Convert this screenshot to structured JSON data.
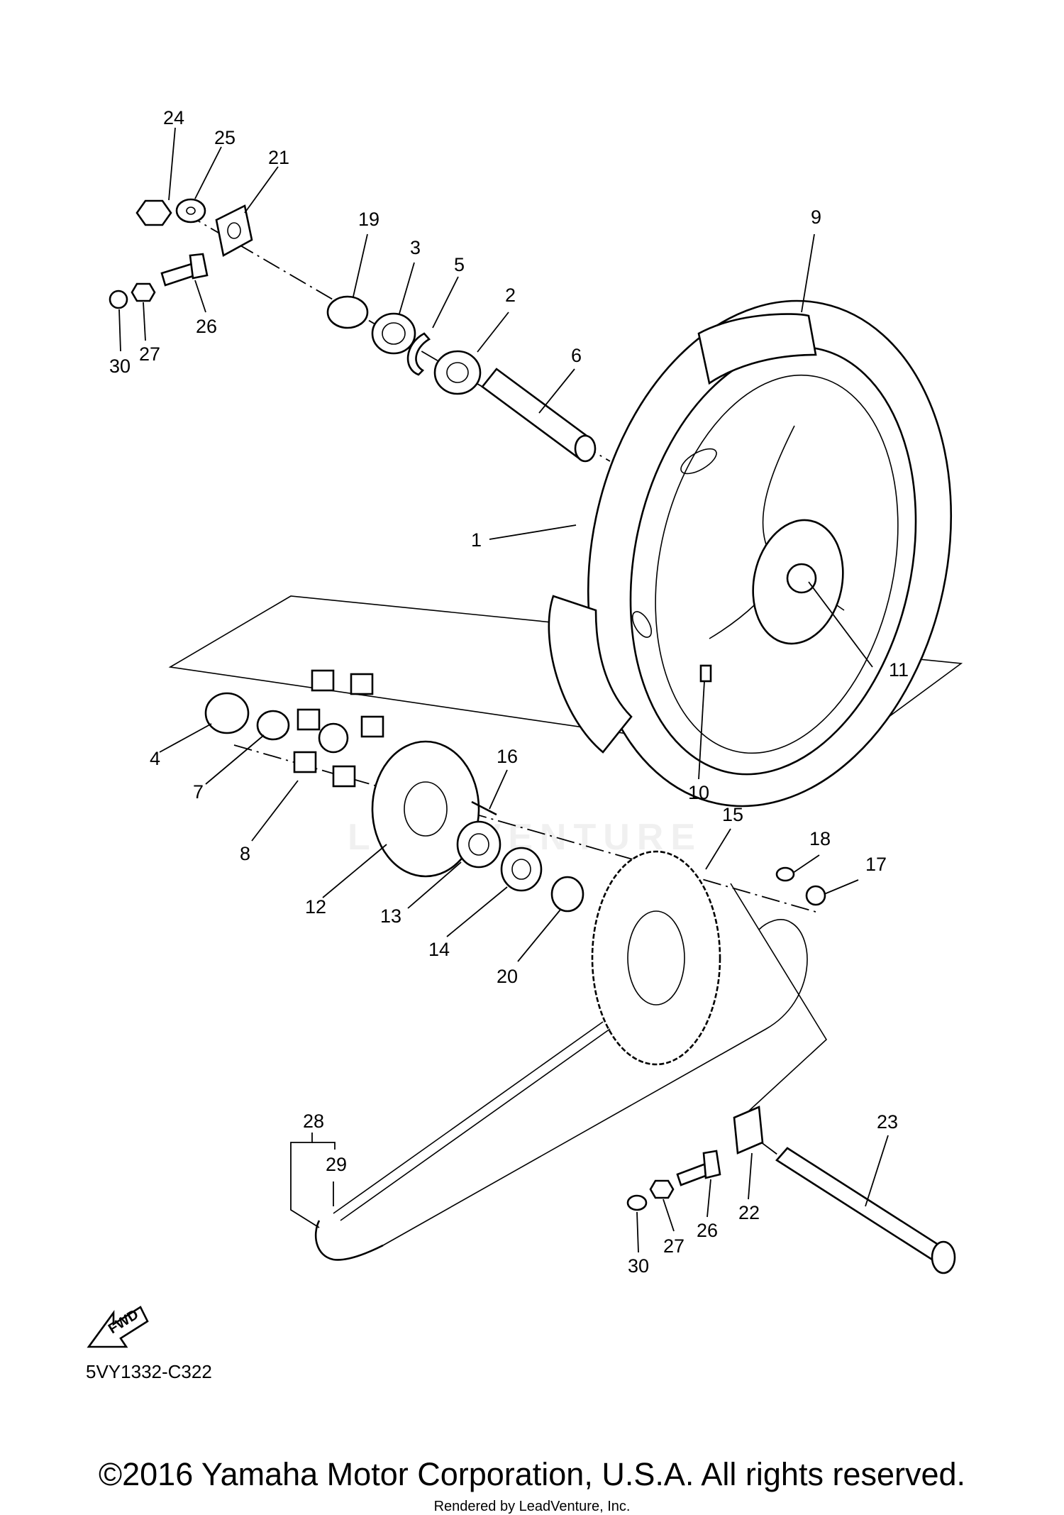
{
  "diagram": {
    "callouts": [
      "24",
      "25",
      "21",
      "19",
      "3",
      "5",
      "2",
      "6",
      "9",
      "30",
      "27",
      "26",
      "1",
      "11",
      "4",
      "7",
      "16",
      "15",
      "18",
      "17",
      "8",
      "12",
      "13",
      "14",
      "20",
      "10",
      "28",
      "29",
      "23",
      "22",
      "30",
      "27",
      "26"
    ],
    "fwd_label": "FWD",
    "diagram_code": "5VY1332-C322",
    "watermark_text": "LEADVENTURE"
  },
  "footer": {
    "copyright": "©2016 Yamaha Motor Corporation, U.S.A. All rights reserved.",
    "rendered_by": "Rendered by LeadVenture, Inc."
  }
}
